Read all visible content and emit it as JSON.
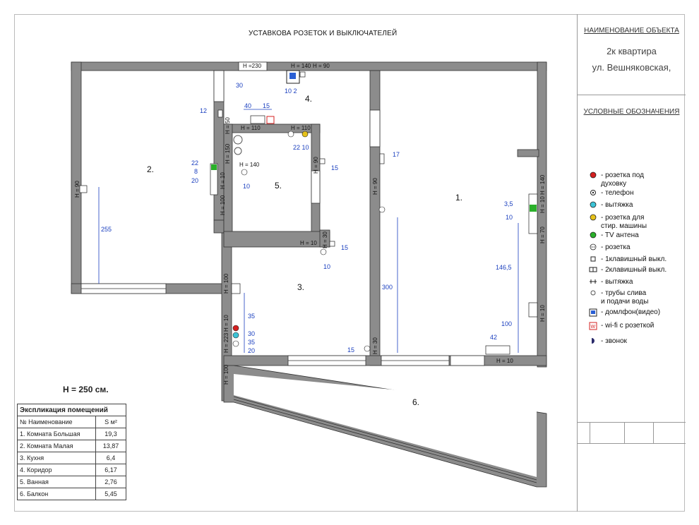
{
  "title": "УСТАВКОВА РОЗЕТОК И ВЫКЛЮЧАТЕЛЕЙ",
  "sidebar": {
    "object_header": "НАИМЕНОВАНИЕ ОБЪЕКТА",
    "object_line1": "2к квартира",
    "object_line2": "ул. Вешняковская,",
    "legend_header": "УСЛОВНЫЕ ОБОЗНАЧЕНИЯ",
    "legend": [
      {
        "icon": "oven-socket-icon",
        "label": "- розетка под\n  духовку"
      },
      {
        "icon": "phone-icon",
        "label": "- телефон"
      },
      {
        "icon": "hood-socket-icon",
        "label": "- вытяжка"
      },
      {
        "icon": "washer-socket-icon",
        "label": "- розетка для\n  стир. машины"
      },
      {
        "icon": "tv-socket-icon",
        "label": "- TV антена"
      },
      {
        "icon": "socket-icon",
        "label": "- розетка"
      },
      {
        "icon": "switch-1-icon",
        "label": "- 1клавишный выкл."
      },
      {
        "icon": "switch-2-icon",
        "label": "- 2клавишный выкл."
      },
      {
        "icon": "hood-duct-icon",
        "label": "- вытяжка"
      },
      {
        "icon": "pipe-icon",
        "label": "- трубы слива\n  и подачи воды"
      },
      {
        "icon": "intercom-icon",
        "label": "- домлфон(видео)"
      },
      {
        "icon": "wifi-icon",
        "label": "- wi-fi  с розеткой"
      },
      {
        "icon": "bell-icon",
        "label": "- звонок"
      }
    ]
  },
  "height_note": "H = 250 см.",
  "explication": {
    "title": "Экспликация помещений",
    "col_name": "№ Наименование",
    "col_area": "S  м²",
    "rows": [
      {
        "name": "1. Комната Большая",
        "area": "19,3"
      },
      {
        "name": "2. Комната Малая",
        "area": "13,87"
      },
      {
        "name": "3. Кухня",
        "area": "6,4"
      },
      {
        "name": "4. Коридор",
        "area": "6,17"
      },
      {
        "name": "5. Ванная",
        "area": "2,76"
      },
      {
        "name": "6. Балкон",
        "area": "5,45"
      }
    ]
  },
  "rooms": {
    "r1": "1.",
    "r2": "2.",
    "r3": "3.",
    "r4": "4.",
    "r5": "5.",
    "r6": "6."
  },
  "dims": {
    "d255": "255",
    "d300": "300",
    "d146": "146,5",
    "d100": "100",
    "d42": "42",
    "d35a": "3,5",
    "d10a": "10",
    "d17": "17",
    "d12": "12",
    "d40": "40",
    "d15a": "15",
    "d30": "30",
    "d102": "10 2",
    "d2210": "22 10",
    "d15b": "15",
    "d10b": "10",
    "d22": "22",
    "d8": "8",
    "d20a": "20",
    "d15c": "15",
    "d10c": "10",
    "d35b": "35",
    "d30b": "30",
    "d35c": "35",
    "d20b": "20",
    "d15d": "15"
  },
  "heights": {
    "h230": "H =230",
    "h140a": "H = 140",
    "h90a": "H = 90",
    "h110a": "H = 110",
    "h110b": "H = 110",
    "h50": "H = 50",
    "h150": "H = 150",
    "h140b": "H = 140",
    "h10a": "H = 10",
    "h100a": "H = 100",
    "h90b": "H = 90",
    "h90c": "H = 90",
    "h90d": "H = 90",
    "h10b": "H = 10",
    "h30": "H = 30",
    "h100b": "H = 100",
    "h10c": "H = 10",
    "h1040": "H = 10  H = 140",
    "h70": "H = 70",
    "h10d": "H = 10",
    "h100c": "H = 100",
    "h223": "H = 223",
    "h100d": "H = 100",
    "h30b": "H = 30",
    "h10e": "H = 10"
  },
  "colors": {
    "wall": "#8c8c8c",
    "dim": "#1a3fbf",
    "oven": "#d42020",
    "tv": "#2ab02a",
    "washer": "#e6c21a",
    "intercom": "#2a5fd4",
    "wifi": "#d42020"
  }
}
